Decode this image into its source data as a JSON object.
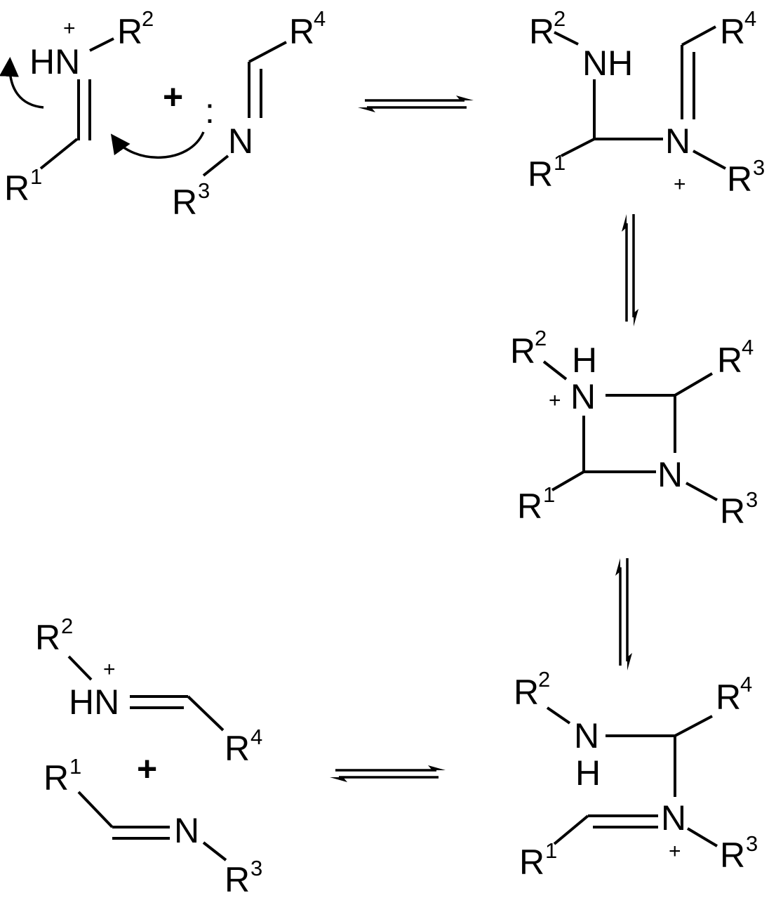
{
  "atoms": {
    "hn": "HN",
    "n": "N",
    "nh": "NH",
    "h": "H",
    "r": "R"
  },
  "superscripts": {
    "one": "1",
    "two": "2",
    "three": "3",
    "four": "4"
  },
  "symbols": {
    "plus": "+",
    "charge": "+",
    "lone_pair": ":"
  },
  "colors": {
    "ink": "#000000",
    "background": "#ffffff"
  }
}
